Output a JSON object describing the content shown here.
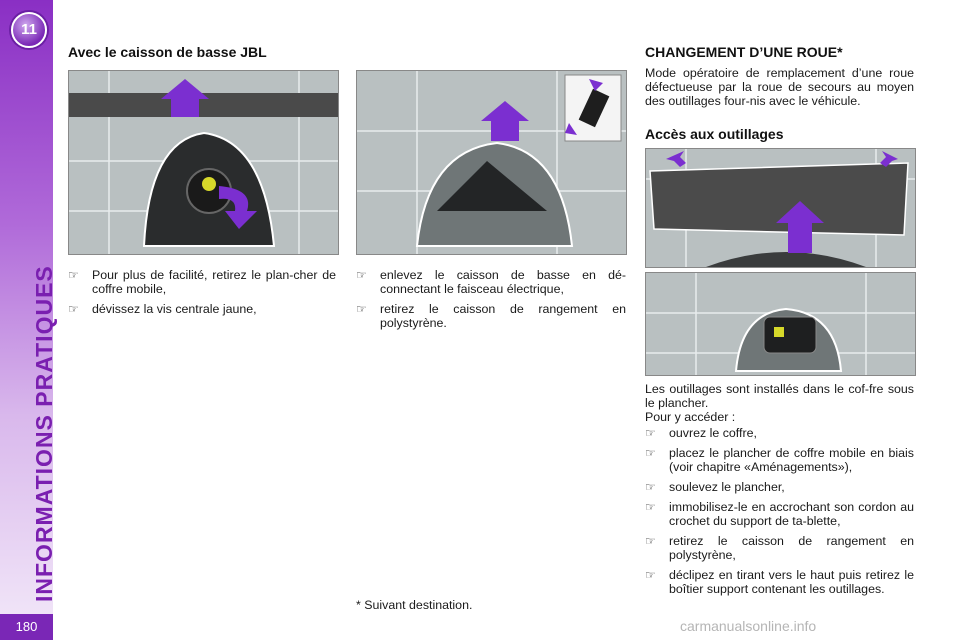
{
  "sidebar": {
    "chapter_number": "11",
    "chapter_title": "INFORMATIONS PRATIQUES",
    "page_number": "180"
  },
  "jbl_section": {
    "title": "Avec le caisson de basse JBL",
    "col1_steps": [
      "Pour plus de facilité, retirez le plan-cher de coffre mobile,",
      "dévissez la vis centrale jaune,"
    ],
    "col2_steps": [
      "enlevez le caisson de basse en dé-connectant le faisceau électrique,",
      "retirez le caisson de rangement en polystyrène."
    ]
  },
  "wheel_section": {
    "title": "CHANGEMENT D’UNE ROUE*",
    "intro": "Mode opératoire de remplacement d’une roue défectueuse par la roue de secours au moyen des outillages four-nis avec le véhicule.",
    "tools_title": "Accès aux outillages",
    "tools_location": "Les outillages sont installés dans le cof-fre sous le plancher.",
    "access_intro": "Pour y accéder :",
    "steps": [
      "ouvrez le coffre,",
      "placez le plancher de coffre mobile en biais (voir chapitre «Aménagements»),",
      "soulevez le plancher,",
      "immobilisez-le en accrochant son cordon au crochet du support de ta-blette,",
      "retirez le caisson de rangement en polystyrène,",
      "déclipez en tirant vers le haut puis retirez le boîtier support contenant les outillages."
    ]
  },
  "footnote": "* Suivant destination.",
  "watermark": "carmanualsonline.info",
  "colors": {
    "accent": "#7a1fb0",
    "arrow": "#7b2fd0"
  },
  "icons": {
    "bullet": "pointing-hand-icon"
  }
}
